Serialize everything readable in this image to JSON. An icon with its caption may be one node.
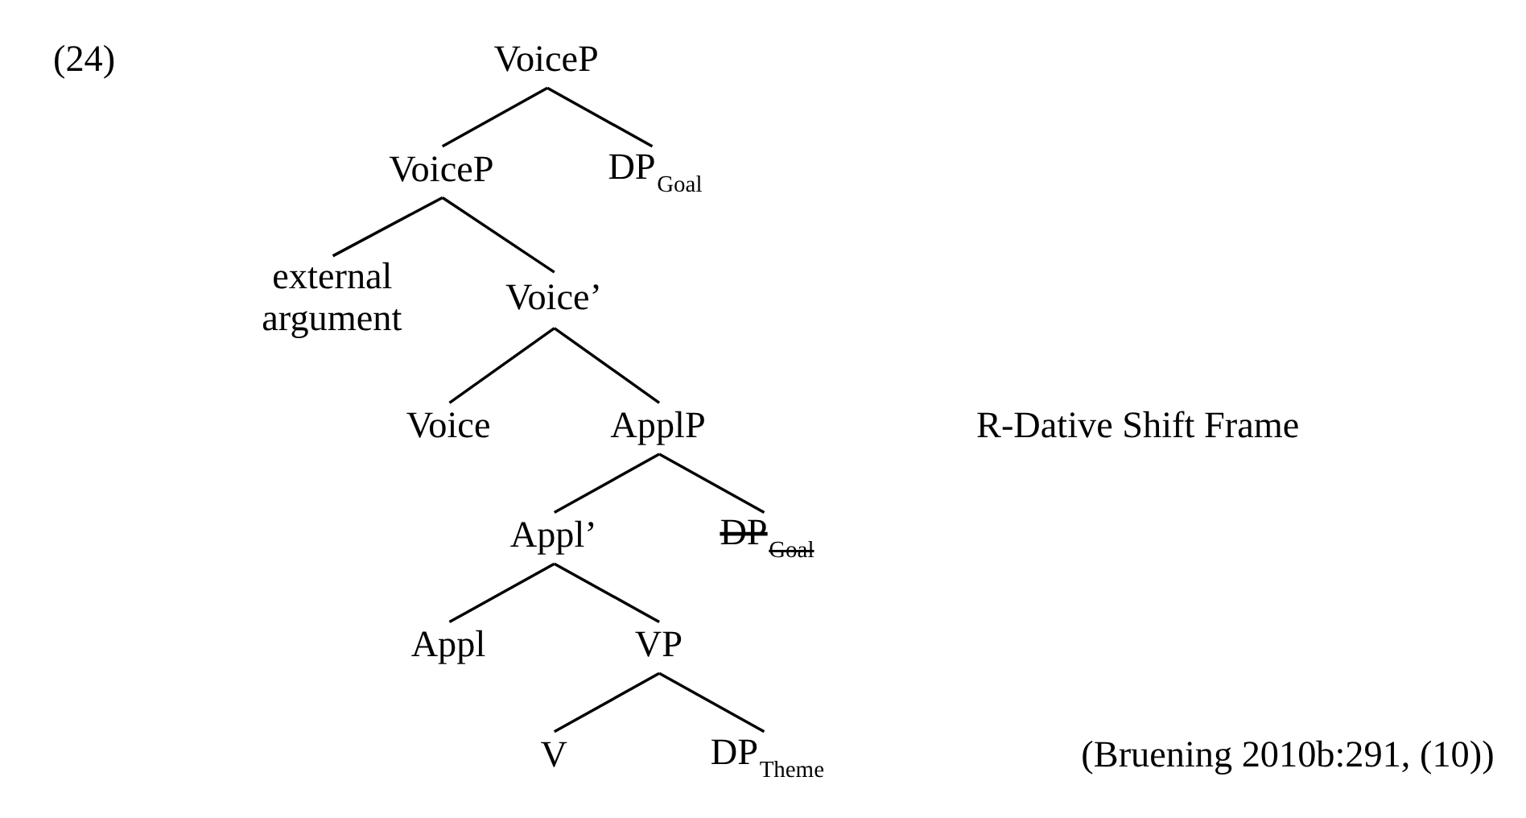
{
  "diagram": {
    "nodes": [
      {
        "text": [
          "VoiceP"
        ]
      },
      {
        "text": [
          "VoiceP"
        ]
      },
      {
        "text": [
          "DP$_{Goal}$"
        ]
      },
      {
        "text": [
          "external argument"
        ]
      },
      {
        "text": [
          "Voice’"
        ]
      },
      {
        "text": [
          "Voice"
        ]
      },
      {
        "text": [
          "ApplP"
        ]
      },
      {
        "text": [
          "Appl’"
        ]
      },
      {
        "text": [
          "DP$_{Goal}$"
        ]
      },
      {
        "text": [
          "Appl"
        ]
      },
      {
        "text": [
          "VP"
        ]
      },
      {
        "text": [
          "V"
        ]
      },
      {
        "text": [
          "DP$_{Theme}$"
        ]
      }
    ],
    "edges": [
      {
        "from": 0,
        "to": 1,
        "arrow": "none"
      },
      {
        "from": 0,
        "to": 2,
        "arrow": "none"
      },
      {
        "from": 1,
        "to": 3,
        "arrow": "none"
      },
      {
        "from": 1,
        "to": 4,
        "arrow": "none"
      },
      {
        "from": 4,
        "to": 5,
        "arrow": "none"
      },
      {
        "from": 4,
        "to": 6,
        "arrow": "none"
      },
      {
        "from": 6,
        "to": 7,
        "arrow": "none"
      },
      {
        "from": 6,
        "to": 8,
        "arrow": "none"
      },
      {
        "from": 7,
        "to": 9,
        "arrow": "none"
      },
      {
        "from": 7,
        "to": 10,
        "arrow": "none"
      },
      {
        "from": 10,
        "to": 11,
        "arrow": "none"
      },
      {
        "from": 10,
        "to": 12,
        "arrow": "none"
      }
    ],
    "labels": [
      "(24)",
      "R-Dative Shift Frame",
      "(Bruening 2010b:291, (10))"
    ]
  }
}
